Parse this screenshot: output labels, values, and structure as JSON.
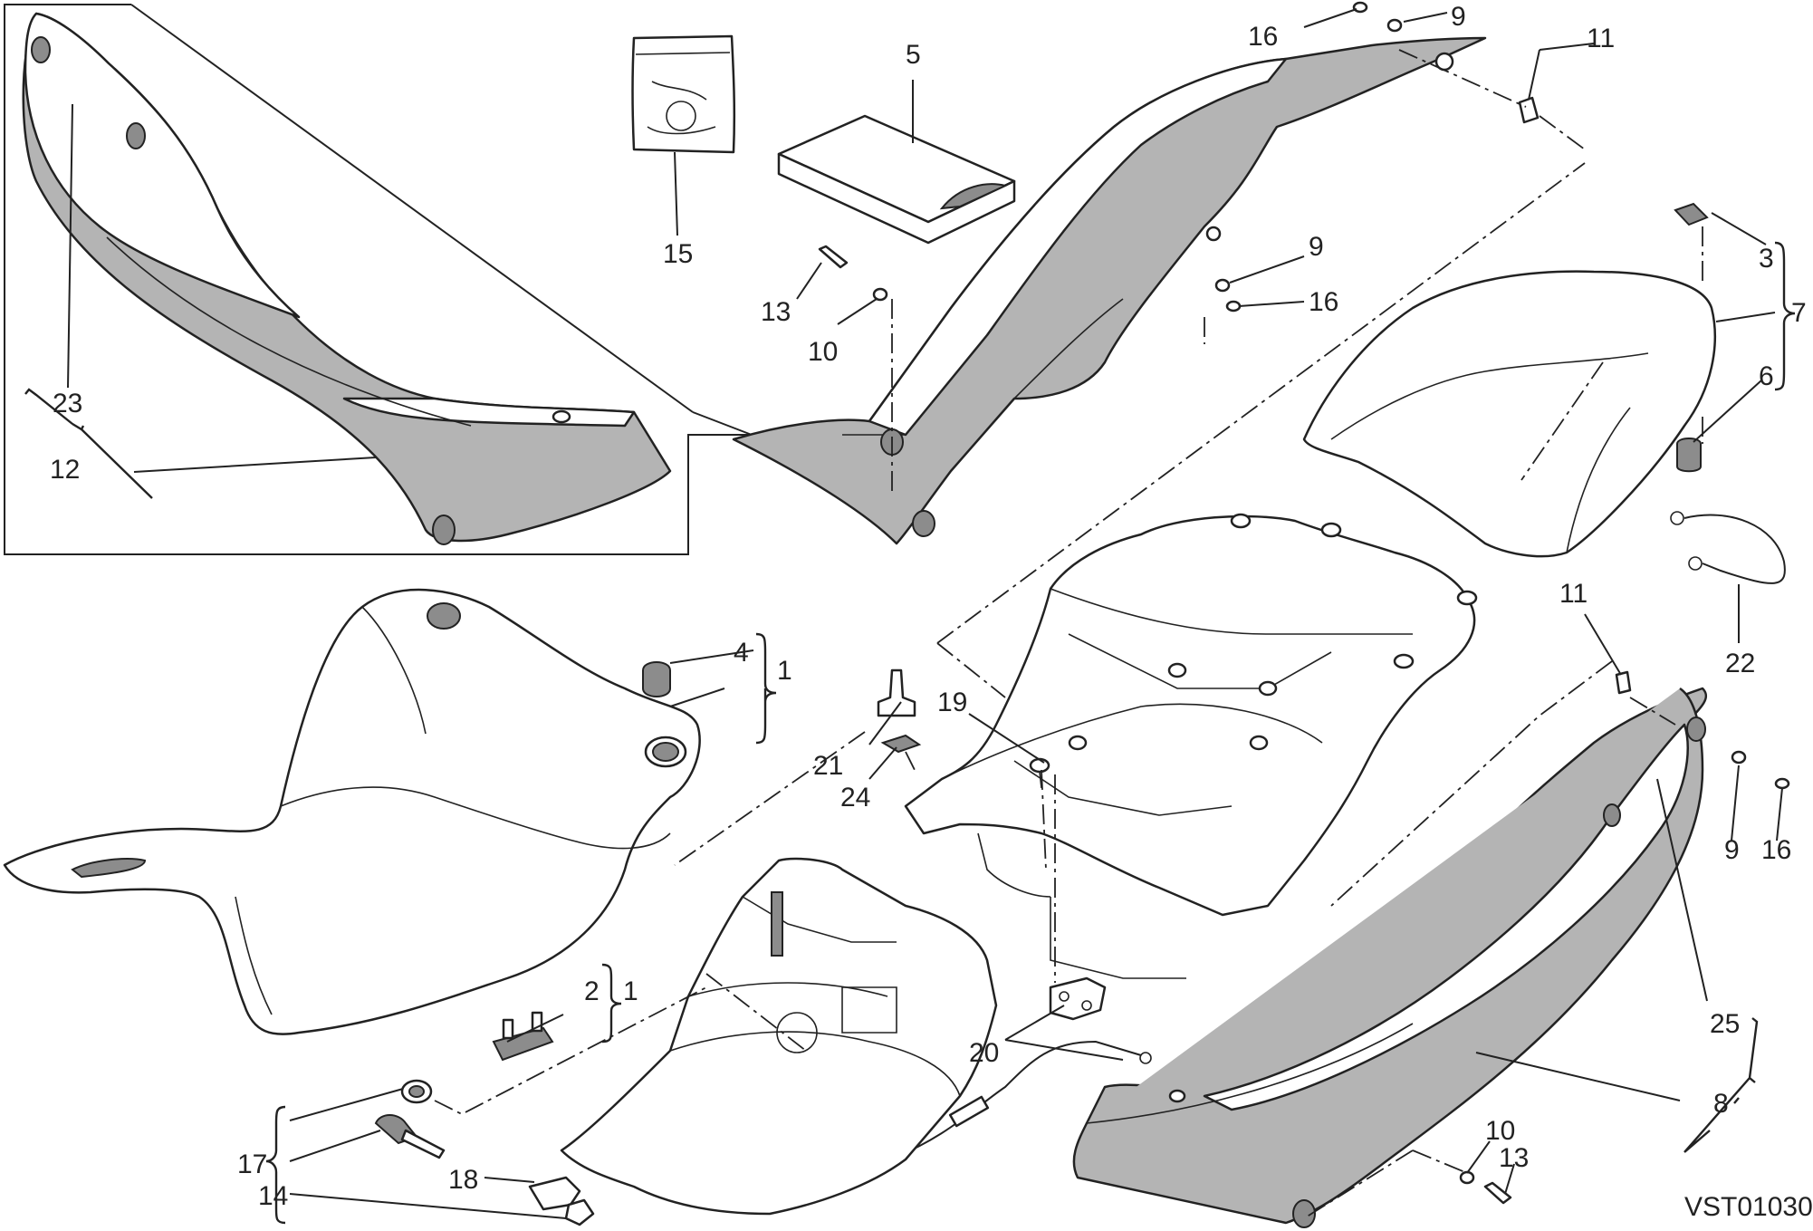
{
  "diagram": {
    "drawing_code": "VST01030",
    "callouts": {
      "c1a": "1",
      "c1b": "1",
      "c2": "2",
      "c3": "3",
      "c4": "4",
      "c5": "5",
      "c6": "6",
      "c7": "7",
      "c8": "8",
      "c9a": "9",
      "c9b": "9",
      "c9c": "9",
      "c10a": "10",
      "c10b": "10",
      "c11a": "11",
      "c11b": "11",
      "c12": "12",
      "c13a": "13",
      "c13b": "13",
      "c14": "14",
      "c15": "15",
      "c16a": "16",
      "c16b": "16",
      "c16c": "16",
      "c17": "17",
      "c18": "18",
      "c19": "19",
      "c20": "20",
      "c21": "21",
      "c22": "22",
      "c23": "23",
      "c24": "24",
      "c25": "25"
    },
    "colors": {
      "line": "#222222",
      "panel_fill": "#b4b4b4",
      "paper": "#ffffff"
    }
  }
}
